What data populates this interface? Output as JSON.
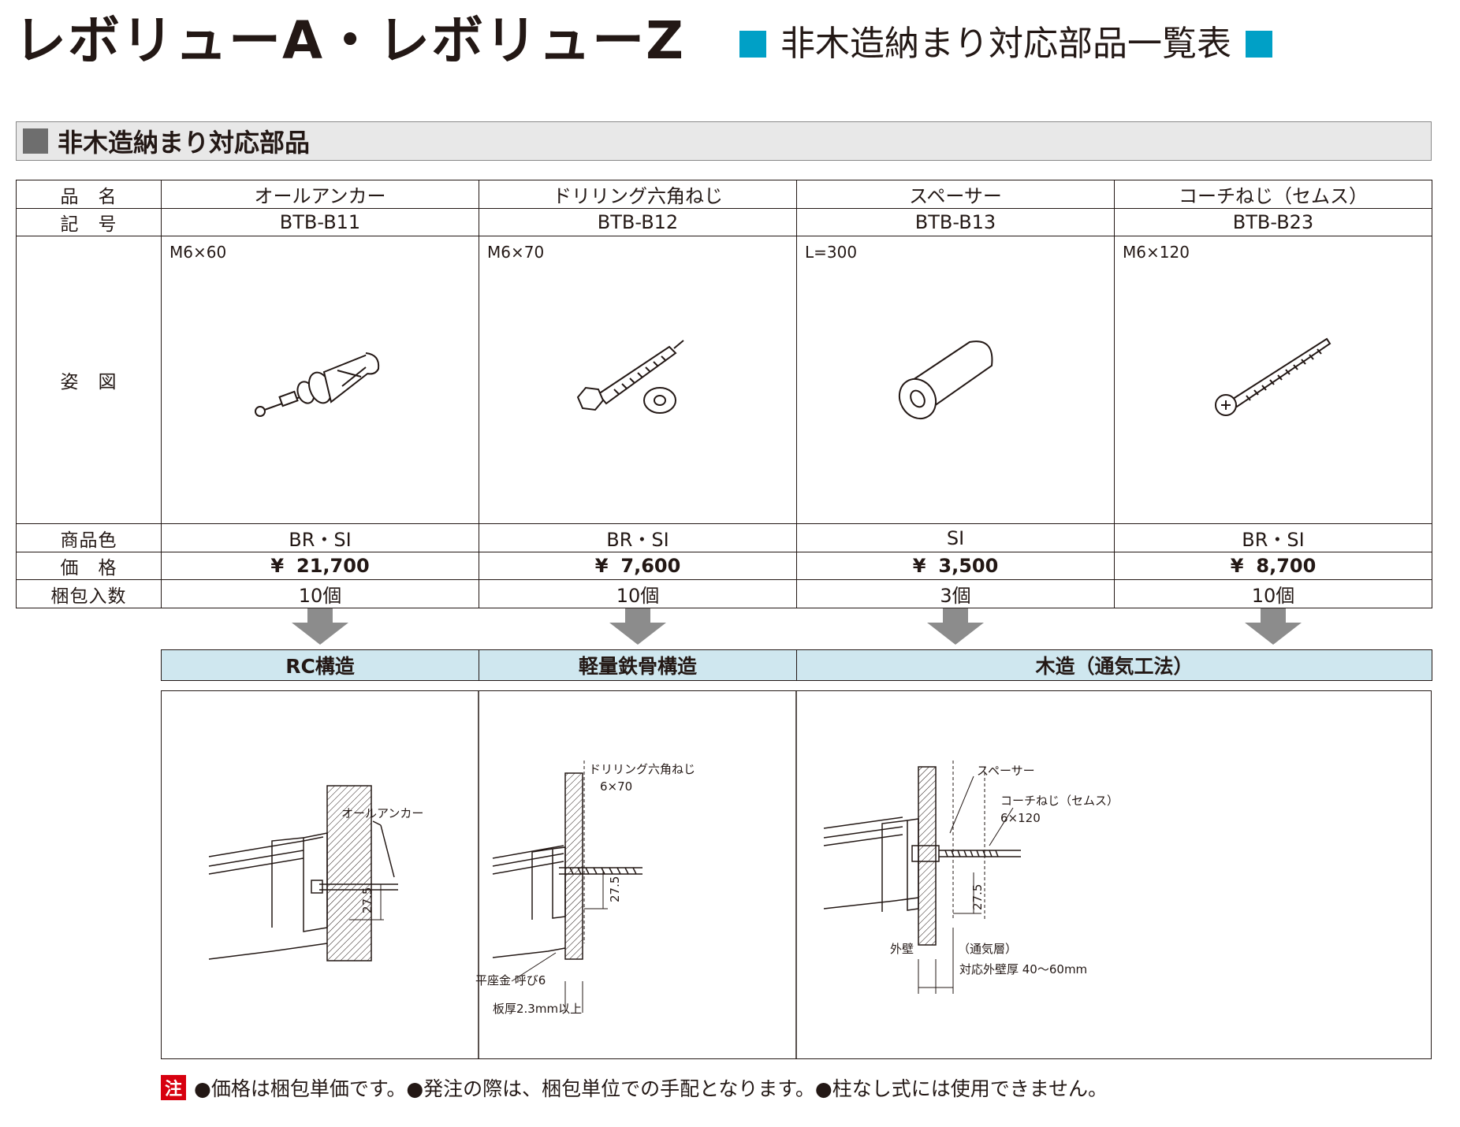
{
  "header": {
    "title": "レボリューA・レボリューZ",
    "subtitle": "非木造納まり対応部品一覧表"
  },
  "section": {
    "label": "非木造納まり対応部品"
  },
  "table": {
    "row_labels": {
      "name": "品　名",
      "code": "記　号",
      "figure": "姿　図",
      "color": "商品色",
      "price": "価　格",
      "pack": "梱包入数"
    },
    "products": [
      {
        "name": "オールアンカー",
        "code": "BTB-B11",
        "spec": "M6×60",
        "color": "BR・SI",
        "currency": "¥",
        "price": "21,700",
        "pack": "10個",
        "icon": "anchor-bolt-icon"
      },
      {
        "name": "ドリリング六角ねじ",
        "code": "BTB-B12",
        "spec": "M6×70",
        "color": "BR・SI",
        "currency": "¥",
        "price": "7,600",
        "pack": "10個",
        "icon": "hex-drill-screw-icon"
      },
      {
        "name": "スペーサー",
        "code": "BTB-B13",
        "spec": "L=300",
        "color": "SI",
        "currency": "¥",
        "price": "3,500",
        "pack": "3個",
        "icon": "spacer-tube-icon"
      },
      {
        "name": "コーチねじ（セムス）",
        "code": "BTB-B23",
        "spec": "M6×120",
        "color": "BR・SI",
        "currency": "¥",
        "price": "8,700",
        "pack": "10個",
        "icon": "coach-screw-icon"
      }
    ]
  },
  "structures": [
    {
      "label": "RC構造"
    },
    {
      "label": "軽量鉄骨構造"
    },
    {
      "label": "木造（通気工法）"
    }
  ],
  "diagrams": {
    "rc": {
      "anchor": "オールアンカー",
      "dim": "27.5"
    },
    "steel": {
      "screw": "ドリリング六角ねじ",
      "screw_size": "6×70",
      "dim": "27.5",
      "washer": "平座金 呼び6",
      "plate": "板厚2.3mm以上"
    },
    "wood": {
      "spacer": "スペーサー",
      "screw": "コーチねじ（セムス）",
      "screw_size": "6×120",
      "dim": "27.5",
      "wall": "外壁",
      "air": "（通気層）",
      "thickness": "対応外壁厚 40〜60mm"
    }
  },
  "note": {
    "badge": "注",
    "text": "●価格は梱包単価です。●発注の際は、梱包単位での手配となります。●柱なし式には使用できません。"
  },
  "colors": {
    "accent": "#00a0c6",
    "section_bg": "#e8e8e8",
    "struct_bg": "#cfe7ef",
    "note_red": "#d7000f"
  }
}
